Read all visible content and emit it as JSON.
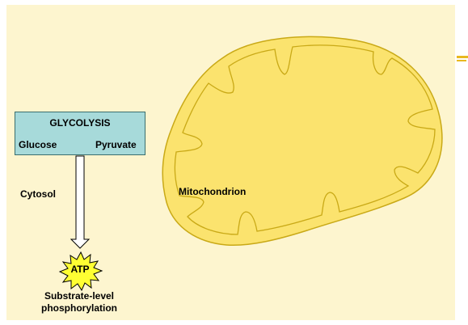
{
  "glycolysis": {
    "title": "GLYCOLYSIS",
    "substrate": "Glucose",
    "product": "Pyruvate"
  },
  "labels": {
    "cytosol": "Cytosol",
    "mitochondrion": "Mitochondrion",
    "atp": "ATP",
    "atp_process": "Substrate-level phosphorylation"
  },
  "icons": {
    "glycolysis_flow": "triple-chevron-arrow-icon",
    "down_arrow": "down-arrow-icon",
    "atp_burst": "starburst-icon",
    "side_marker": "note-icon"
  },
  "colors": {
    "cytosol_bg": "#fdf5cf",
    "glycolysis_box": "#a7dada",
    "mitochondrion_fill": "#fbe36e",
    "mitochondrion_stroke": "#c9a916",
    "atp_burst": "#ffff33"
  }
}
